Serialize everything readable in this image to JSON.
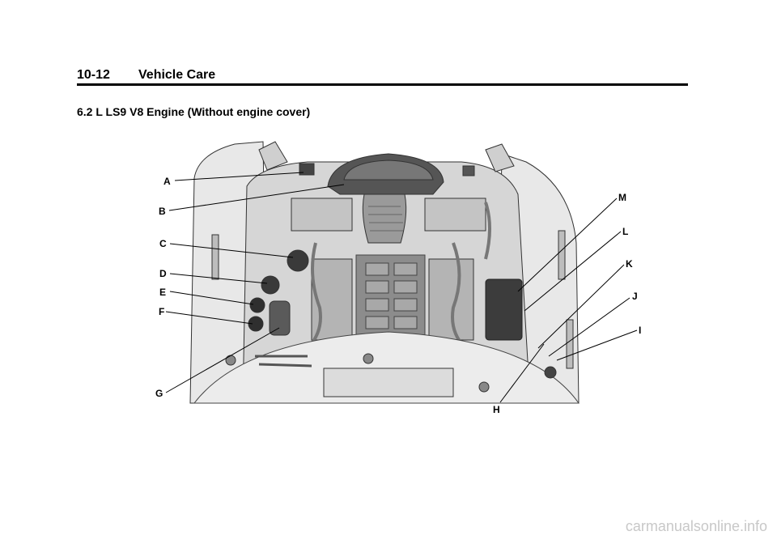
{
  "header": {
    "page_number": "10-12",
    "section_title": "Vehicle Care"
  },
  "subheading": "6.2 L LS9 V8 Engine (Without engine cover)",
  "figure": {
    "callouts": {
      "A": "A",
      "B": "B",
      "C": "C",
      "D": "D",
      "E": "E",
      "F": "F",
      "G": "G",
      "H": "H",
      "I": "I",
      "J": "J",
      "K": "K",
      "L": "L",
      "M": "M"
    }
  },
  "watermark": "carmanualsonline.info"
}
